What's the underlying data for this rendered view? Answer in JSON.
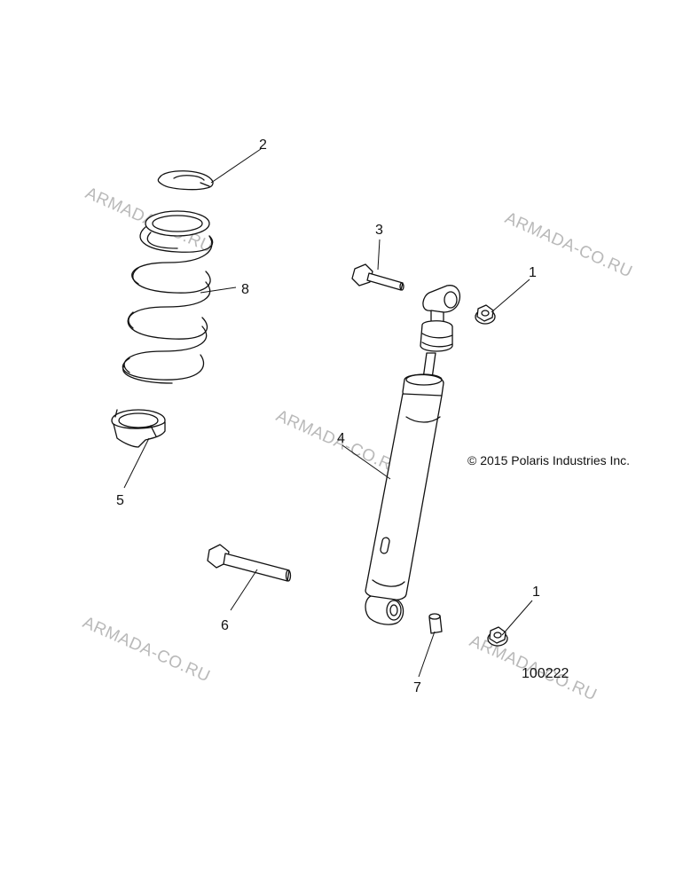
{
  "callouts": {
    "nut_top": "1",
    "nut_bottom": "1",
    "spring_retainer": "2",
    "bolt_upper": "3",
    "shock_absorber": "4",
    "spring_seat": "5",
    "bolt_lower": "6",
    "bushing": "7",
    "spring": "8"
  },
  "copyright": "© 2015 Polaris Industries Inc.",
  "diagram_number": "100222",
  "watermark": "ARMADA-CO.RU"
}
